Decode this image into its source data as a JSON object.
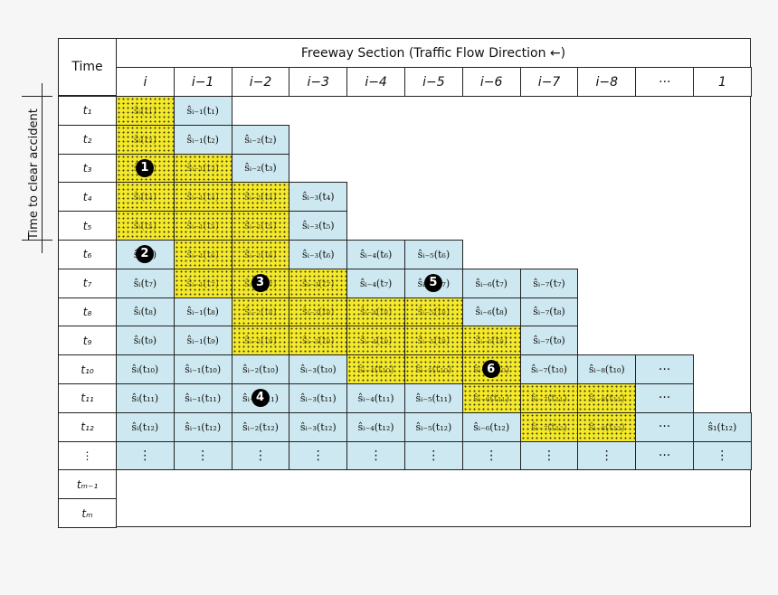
{
  "header": {
    "time_label": "Time",
    "section_title": "Freeway Section (Traffic Flow Direction ←)",
    "columns": [
      "i",
      "i−1",
      "i−2",
      "i−3",
      "i−4",
      "i−5",
      "i−6",
      "i−7",
      "i−8",
      "···",
      "1"
    ]
  },
  "side_label": "Time to clear accident",
  "rows": [
    {
      "time": "t₁",
      "cells": [
        {
          "col": 0,
          "text": "ŝᵢ(t₁)",
          "style": "yellow"
        },
        {
          "col": 1,
          "text": "ŝᵢ₋₁(t₁)",
          "style": "blue"
        }
      ]
    },
    {
      "time": "t₂",
      "cells": [
        {
          "col": 0,
          "text": "ŝᵢ(t₂)",
          "style": "yellow"
        },
        {
          "col": 1,
          "text": "ŝᵢ₋₁(t₂)",
          "style": "blue"
        },
        {
          "col": 2,
          "text": "ŝᵢ₋₂(t₂)",
          "style": "blue"
        }
      ]
    },
    {
      "time": "t₃",
      "cells": [
        {
          "col": 0,
          "text": "ŝᵢ(t₃)",
          "style": "yellow"
        },
        {
          "col": 1,
          "text": "ŝᵢ₋₁(t₃)",
          "style": "yellow"
        },
        {
          "col": 2,
          "text": "ŝᵢ₋₂(t₃)",
          "style": "blue"
        }
      ]
    },
    {
      "time": "t₄",
      "cells": [
        {
          "col": 0,
          "text": "ŝᵢ(t₄)",
          "style": "yellow"
        },
        {
          "col": 1,
          "text": "ŝᵢ₋₁(t₄)",
          "style": "yellow"
        },
        {
          "col": 2,
          "text": "ŝᵢ₋₂(t₄)",
          "style": "yellow"
        },
        {
          "col": 3,
          "text": "ŝᵢ₋₃(t₄)",
          "style": "blue"
        }
      ]
    },
    {
      "time": "t₅",
      "cells": [
        {
          "col": 0,
          "text": "ŝᵢ(t₅)",
          "style": "yellow"
        },
        {
          "col": 1,
          "text": "ŝᵢ₋₁(t₅)",
          "style": "yellow"
        },
        {
          "col": 2,
          "text": "ŝᵢ₋₂(t₅)",
          "style": "yellow"
        },
        {
          "col": 3,
          "text": "ŝᵢ₋₃(t₅)",
          "style": "blue"
        }
      ]
    },
    {
      "time": "t₆",
      "cells": [
        {
          "col": 0,
          "text": "ŝᵢ(t₆)",
          "style": "blue"
        },
        {
          "col": 1,
          "text": "ŝᵢ₋₁(t₆)",
          "style": "yellow"
        },
        {
          "col": 2,
          "text": "ŝᵢ₋₂(t₆)",
          "style": "yellow"
        },
        {
          "col": 3,
          "text": "ŝᵢ₋₃(t₆)",
          "style": "blue"
        },
        {
          "col": 4,
          "text": "ŝᵢ₋₄(t₆)",
          "style": "blue"
        },
        {
          "col": 5,
          "text": "ŝᵢ₋₅(t₆)",
          "style": "blue"
        }
      ]
    },
    {
      "time": "t₇",
      "cells": [
        {
          "col": 0,
          "text": "ŝᵢ(t₇)",
          "style": "blue"
        },
        {
          "col": 1,
          "text": "ŝᵢ₋₁(t₇)",
          "style": "yellow"
        },
        {
          "col": 2,
          "text": "ŝᵢ₋₂(t₇)",
          "style": "yellow"
        },
        {
          "col": 3,
          "text": "ŝᵢ₋₃(t₇)",
          "style": "yellow"
        },
        {
          "col": 4,
          "text": "ŝᵢ₋₄(t₇)",
          "style": "blue"
        },
        {
          "col": 5,
          "text": "ŝᵢ₋₅(t₇)",
          "style": "blue"
        },
        {
          "col": 6,
          "text": "ŝᵢ₋₆(t₇)",
          "style": "blue"
        },
        {
          "col": 7,
          "text": "ŝᵢ₋₇(t₇)",
          "style": "blue"
        }
      ]
    },
    {
      "time": "t₈",
      "cells": [
        {
          "col": 0,
          "text": "ŝᵢ(t₈)",
          "style": "blue"
        },
        {
          "col": 1,
          "text": "ŝᵢ₋₁(t₈)",
          "style": "blue"
        },
        {
          "col": 2,
          "text": "ŝᵢ₋₂(t₈)",
          "style": "yellow"
        },
        {
          "col": 3,
          "text": "ŝᵢ₋₃(t₈)",
          "style": "yellow"
        },
        {
          "col": 4,
          "text": "ŝᵢ₋₄(t₈)",
          "style": "yellow"
        },
        {
          "col": 5,
          "text": "ŝᵢ₋₅(t₈)",
          "style": "yellow"
        },
        {
          "col": 6,
          "text": "ŝᵢ₋₆(t₈)",
          "style": "blue"
        },
        {
          "col": 7,
          "text": "ŝᵢ₋₇(t₈)",
          "style": "blue"
        }
      ]
    },
    {
      "time": "t₉",
      "cells": [
        {
          "col": 0,
          "text": "ŝᵢ(t₉)",
          "style": "blue"
        },
        {
          "col": 1,
          "text": "ŝᵢ₋₁(t₉)",
          "style": "blue"
        },
        {
          "col": 2,
          "text": "ŝᵢ₋₂(t₉)",
          "style": "yellow"
        },
        {
          "col": 3,
          "text": "ŝᵢ₋₃(t₉)",
          "style": "yellow"
        },
        {
          "col": 4,
          "text": "ŝᵢ₋₄(t₉)",
          "style": "yellow"
        },
        {
          "col": 5,
          "text": "ŝᵢ₋₅(t₉)",
          "style": "yellow"
        },
        {
          "col": 6,
          "text": "ŝᵢ₋₆(t₉)",
          "style": "yellow"
        },
        {
          "col": 7,
          "text": "ŝᵢ₋₇(t₉)",
          "style": "blue"
        }
      ]
    },
    {
      "time": "t₁₀",
      "cells": [
        {
          "col": 0,
          "text": "ŝᵢ(t₁₀)",
          "style": "blue"
        },
        {
          "col": 1,
          "text": "ŝᵢ₋₁(t₁₀)",
          "style": "blue"
        },
        {
          "col": 2,
          "text": "ŝᵢ₋₂(t₁₀)",
          "style": "blue"
        },
        {
          "col": 3,
          "text": "ŝᵢ₋₃(t₁₀)",
          "style": "blue"
        },
        {
          "col": 4,
          "text": "ŝᵢ₋₄(t₁₀)",
          "style": "yellow"
        },
        {
          "col": 5,
          "text": "ŝᵢ₋₅(t₁₀)",
          "style": "yellow"
        },
        {
          "col": 6,
          "text": "ŝᵢ₋₆(t₁₀)",
          "style": "yellow"
        },
        {
          "col": 7,
          "text": "ŝᵢ₋₇(t₁₀)",
          "style": "blue"
        },
        {
          "col": 8,
          "text": "ŝᵢ₋₈(t₁₀)",
          "style": "blue"
        },
        {
          "col": 9,
          "text": "···",
          "style": "blue"
        }
      ]
    },
    {
      "time": "t₁₁",
      "cells": [
        {
          "col": 0,
          "text": "ŝᵢ(t₁₁)",
          "style": "blue"
        },
        {
          "col": 1,
          "text": "ŝᵢ₋₁(t₁₁)",
          "style": "blue"
        },
        {
          "col": 2,
          "text": "ŝᵢ₋₂(t₁₁)",
          "style": "blue"
        },
        {
          "col": 3,
          "text": "ŝᵢ₋₃(t₁₁)",
          "style": "blue"
        },
        {
          "col": 4,
          "text": "ŝᵢ₋₄(t₁₁)",
          "style": "blue"
        },
        {
          "col": 5,
          "text": "ŝᵢ₋₅(t₁₁)",
          "style": "blue"
        },
        {
          "col": 6,
          "text": "ŝᵢ₋₆(t₁₁)",
          "style": "yellow"
        },
        {
          "col": 7,
          "text": "ŝᵢ₋₇(t₁₁)",
          "style": "yellow"
        },
        {
          "col": 8,
          "text": "ŝᵢ₋₈(t₁₁)",
          "style": "yellow"
        },
        {
          "col": 9,
          "text": "···",
          "style": "blue"
        }
      ]
    },
    {
      "time": "t₁₂",
      "cells": [
        {
          "col": 0,
          "text": "ŝᵢ(t₁₂)",
          "style": "blue"
        },
        {
          "col": 1,
          "text": "ŝᵢ₋₁(t₁₂)",
          "style": "blue"
        },
        {
          "col": 2,
          "text": "ŝᵢ₋₂(t₁₂)",
          "style": "blue"
        },
        {
          "col": 3,
          "text": "ŝᵢ₋₃(t₁₂)",
          "style": "blue"
        },
        {
          "col": 4,
          "text": "ŝᵢ₋₄(t₁₂)",
          "style": "blue"
        },
        {
          "col": 5,
          "text": "ŝᵢ₋₅(t₁₂)",
          "style": "blue"
        },
        {
          "col": 6,
          "text": "ŝᵢ₋₆(t₁₂)",
          "style": "blue"
        },
        {
          "col": 7,
          "text": "ŝᵢ₋₇(t₁₂)",
          "style": "yellow"
        },
        {
          "col": 8,
          "text": "ŝᵢ₋₈(t₁₂)",
          "style": "yellow"
        },
        {
          "col": 9,
          "text": "···",
          "style": "blue"
        },
        {
          "col": 10,
          "text": "ŝ₁(t₁₂)",
          "style": "blue"
        }
      ]
    },
    {
      "time": "⋮",
      "cells": [
        {
          "col": 0,
          "text": "⋮",
          "style": "blue"
        },
        {
          "col": 1,
          "text": "⋮",
          "style": "blue"
        },
        {
          "col": 2,
          "text": "⋮",
          "style": "blue"
        },
        {
          "col": 3,
          "text": "⋮",
          "style": "blue"
        },
        {
          "col": 4,
          "text": "⋮",
          "style": "blue"
        },
        {
          "col": 5,
          "text": "⋮",
          "style": "blue"
        },
        {
          "col": 6,
          "text": "⋮",
          "style": "blue"
        },
        {
          "col": 7,
          "text": "⋮",
          "style": "blue"
        },
        {
          "col": 8,
          "text": "⋮",
          "style": "blue"
        },
        {
          "col": 9,
          "text": "···",
          "style": "blue"
        },
        {
          "col": 10,
          "text": "⋮",
          "style": "blue"
        }
      ]
    },
    {
      "time": "tₘ₋₁",
      "cells": []
    },
    {
      "time": "tₘ",
      "cells": []
    }
  ],
  "markers": [
    {
      "label": "1",
      "row": 2,
      "col": 0
    },
    {
      "label": "2",
      "row": 5,
      "col": 0
    },
    {
      "label": "3",
      "row": 6,
      "col": 2
    },
    {
      "label": "4",
      "row": 10,
      "col": 2
    },
    {
      "label": "5",
      "row": 6,
      "col": 5
    },
    {
      "label": "6",
      "row": 9,
      "col": 6
    }
  ]
}
